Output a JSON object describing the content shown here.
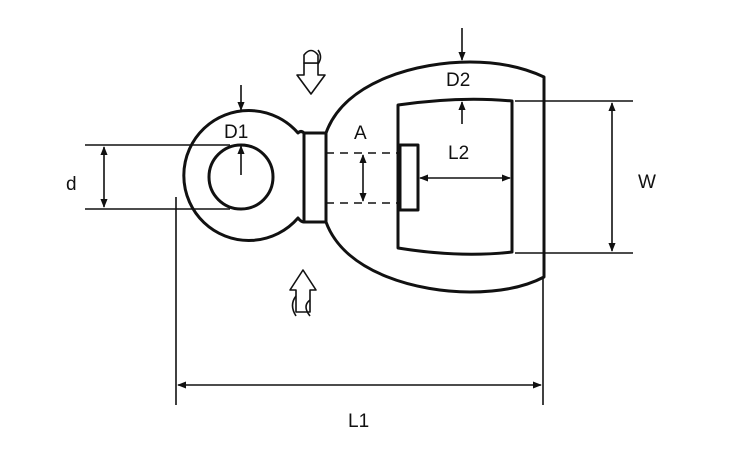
{
  "labels": {
    "d": "d",
    "d1": "D1",
    "d2": "D2",
    "a": "A",
    "l1": "L1",
    "l2": "L2",
    "w": "W"
  }
}
